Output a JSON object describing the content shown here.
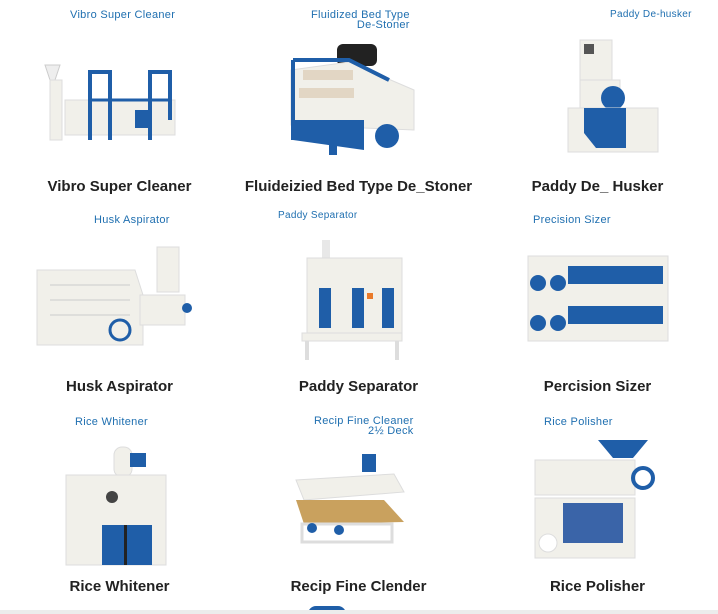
{
  "products": [
    {
      "tag": [
        "Vibro Super Cleaner"
      ],
      "caption": "Vibro Super Cleaner",
      "icon": "vibro-cleaner-image"
    },
    {
      "tag": [
        "Fluidized Bed Type",
        "De-Stoner"
      ],
      "caption": "Fluideizied Bed Type De_Stoner",
      "icon": "destoner-image"
    },
    {
      "tag": [
        "Paddy De-husker"
      ],
      "caption": "Paddy De_ Husker",
      "icon": "husker-image"
    },
    {
      "tag": [
        "Husk Aspirator"
      ],
      "caption": "Husk Aspirator",
      "icon": "aspirator-image"
    },
    {
      "tag": [
        "Paddy Separator"
      ],
      "caption": "Paddy Separator",
      "icon": "separator-image"
    },
    {
      "tag": [
        "Precision Sizer"
      ],
      "caption": "Percision Sizer",
      "icon": "sizer-image"
    },
    {
      "tag": [
        "Rice Whitener"
      ],
      "caption": "Rice Whitener",
      "icon": "whitener-image"
    },
    {
      "tag": [
        "Recip Fine Cleaner",
        "2½ Deck"
      ],
      "caption": "Recip Fine Clender",
      "icon": "fine-cleaner-image"
    },
    {
      "tag": [
        "Rice Polisher"
      ],
      "caption": "Rice Polisher",
      "icon": "polisher-image"
    }
  ],
  "colors": {
    "tag": "#1f6fb0",
    "machine_blue": "#1f5ea8",
    "body": "#efeee8"
  }
}
